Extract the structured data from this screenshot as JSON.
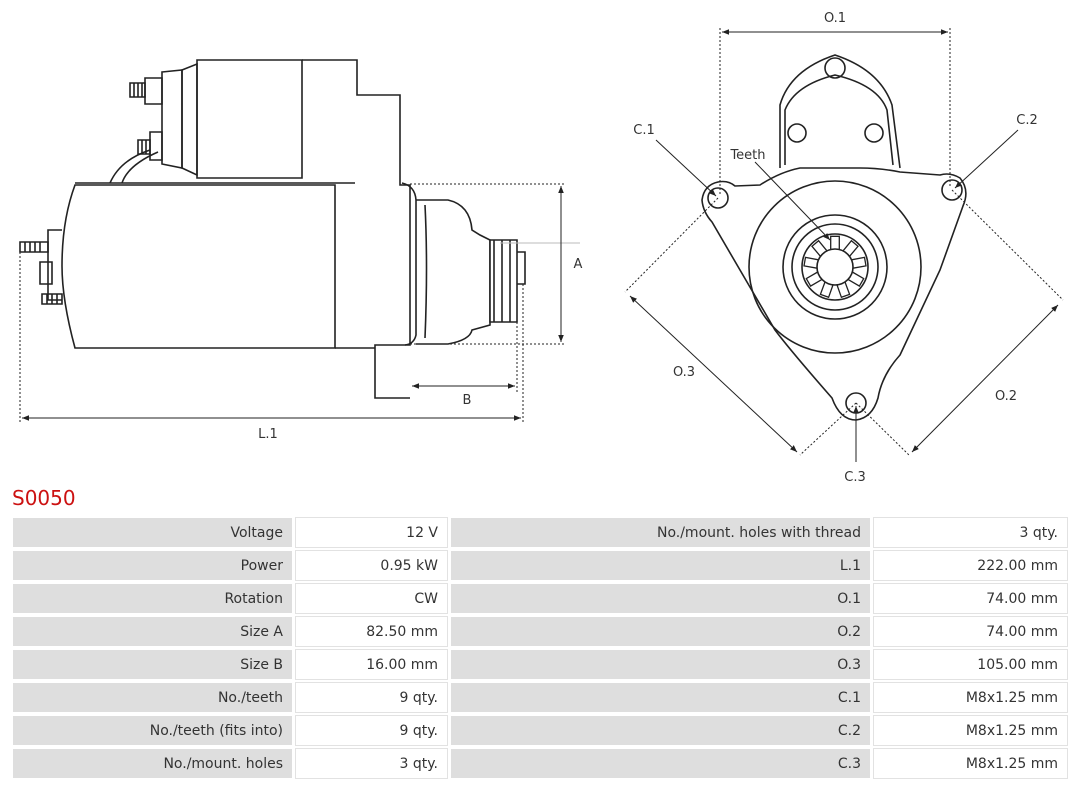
{
  "diagram": {
    "labels": {
      "l1": "L.1",
      "a": "A",
      "b": "B",
      "o1": "O.1",
      "o2": "O.2",
      "o3": "O.3",
      "c1": "C.1",
      "c2": "C.2",
      "c3": "C.3",
      "teeth": "Teeth"
    }
  },
  "product": {
    "code": "S0050"
  },
  "specs": {
    "rows": [
      {
        "left_label": "Voltage",
        "left_value": "12 V",
        "right_label": "No./mount. holes with thread",
        "right_value": "3 qty."
      },
      {
        "left_label": "Power",
        "left_value": "0.95 kW",
        "right_label": "L.1",
        "right_value": "222.00 mm"
      },
      {
        "left_label": "Rotation",
        "left_value": "CW",
        "right_label": "O.1",
        "right_value": "74.00 mm"
      },
      {
        "left_label": "Size A",
        "left_value": "82.50 mm",
        "right_label": "O.2",
        "right_value": "74.00 mm"
      },
      {
        "left_label": "Size B",
        "left_value": "16.00 mm",
        "right_label": "O.3",
        "right_value": "105.00 mm"
      },
      {
        "left_label": "No./teeth",
        "left_value": "9 qty.",
        "right_label": "C.1",
        "right_value": "M8x1.25 mm"
      },
      {
        "left_label": "No./teeth (fits into)",
        "left_value": "9 qty.",
        "right_label": "C.2",
        "right_value": "M8x1.25 mm"
      },
      {
        "left_label": "No./mount. holes",
        "left_value": "3 qty.",
        "right_label": "C.3",
        "right_value": "M8x1.25 mm"
      }
    ]
  },
  "colors": {
    "title": "#cc1111",
    "label_cell": "#dedede",
    "value_cell": "#ffffff",
    "line": "#222222"
  }
}
